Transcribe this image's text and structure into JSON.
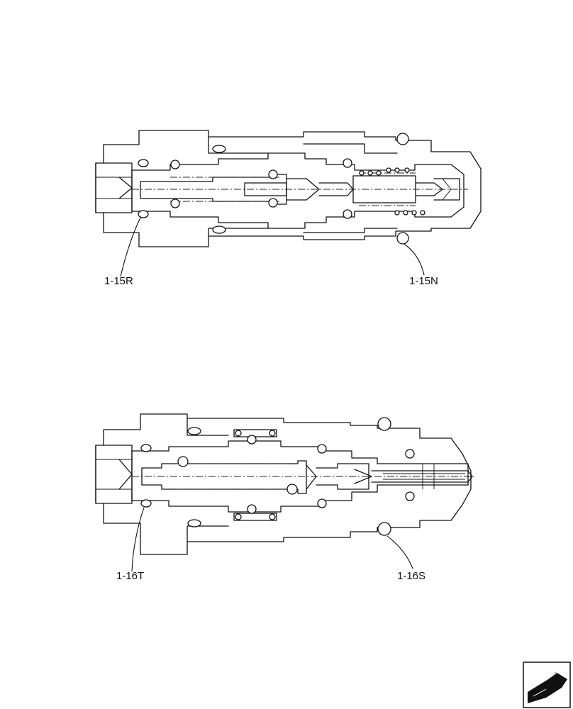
{
  "callouts": {
    "upper_left": "1-15R",
    "upper_right": "1-15N",
    "lower_left": "1-16T",
    "lower_right": "1-16S"
  },
  "nav_icon": {
    "name": "next-page-arrow-icon",
    "color": "#111111"
  }
}
